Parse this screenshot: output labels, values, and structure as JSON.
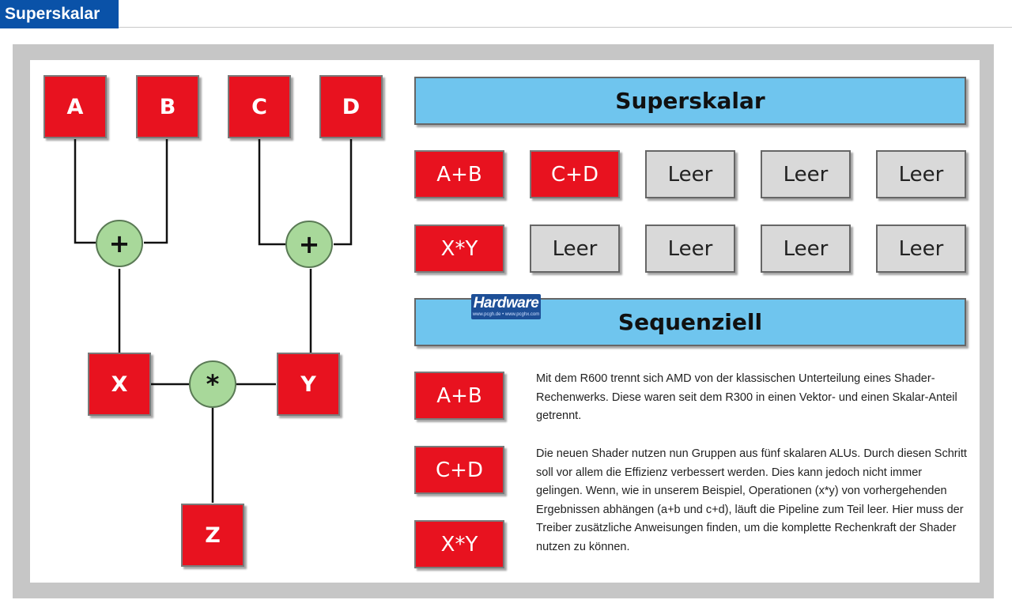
{
  "page": {
    "title": "Superskalar"
  },
  "diagram": {
    "inputs": [
      "A",
      "B",
      "C",
      "D"
    ],
    "operator_plus": "+",
    "operator_mul": "*",
    "intermediates": [
      "X",
      "Y"
    ],
    "result": "Z"
  },
  "superskalar": {
    "header": "Superskalar",
    "row1": [
      "A+B",
      "C+D",
      "Leer",
      "Leer",
      "Leer"
    ],
    "row2": [
      "X*Y",
      "Leer",
      "Leer",
      "Leer",
      "Leer"
    ]
  },
  "sequenziell": {
    "header": "Sequenziell",
    "steps": [
      "A+B",
      "C+D",
      "X*Y"
    ],
    "paragraph1": "Mit dem R600 trennt sich AMD von der klassischen Unterteilung eines Shader-Rechenwerks. Diese waren seit dem R300 in einen Vektor- und einen Skalar-Anteil getrennt.",
    "paragraph2": "Die neuen Shader nutzen nun Gruppen aus fünf skalaren ALUs. Durch diesen Schritt soll vor allem die Effizienz verbessert werden. Dies kann jedoch nicht immer gelingen. Wenn, wie in unserem Beispiel, Operationen (x*y) von vorhergehenden Ergebnissen abhängen (a+b und c+d), läuft die Pipeline zum Teil leer. Hier muss der Treiber zusätzliche Anweisungen finden, um die komplette Rechenkraft der Shader nutzen zu können."
  },
  "logo": {
    "brand": "Hardware",
    "url": "www.pcgh.de • www.pcghx.com"
  },
  "colors": {
    "title_bar": "#0a52a8",
    "red_box": "#e8121f",
    "empty_slot": "#d9d9d9",
    "header_blue": "#6fc5ee",
    "operator_green": "#a8d89a"
  }
}
